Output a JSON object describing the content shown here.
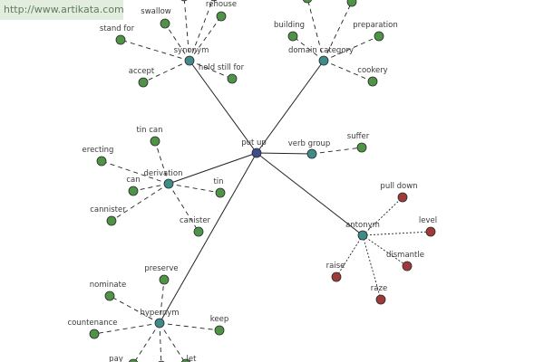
{
  "watermark": "http://www.artikata.com",
  "colors": {
    "center": "#3d4d8c",
    "category": "#3e8b8a",
    "word": "#4f9446",
    "antonym_word": "#9e3a3a",
    "edge": "#222222",
    "stroke": "#2a2a2a"
  },
  "graph": {
    "nodes": [
      {
        "id": "center",
        "label": "put up",
        "kind": "center"
      },
      {
        "id": "synonym",
        "label": "synonym",
        "kind": "category"
      },
      {
        "id": "domain",
        "label": "domain category",
        "kind": "category"
      },
      {
        "id": "verbgroup",
        "label": "verb group",
        "kind": "category"
      },
      {
        "id": "derivation",
        "label": "derivation",
        "kind": "category"
      },
      {
        "id": "antonym",
        "label": "antonym",
        "kind": "category"
      },
      {
        "id": "hypernym",
        "label": "hypernym",
        "kind": "category"
      },
      {
        "id": "s_swallow",
        "label": "swallow",
        "kind": "word"
      },
      {
        "id": "s_rehouse",
        "label": "rehouse",
        "kind": "word"
      },
      {
        "id": "s_standfor",
        "label": "stand for",
        "kind": "word"
      },
      {
        "id": "s_accept",
        "label": "accept",
        "kind": "word"
      },
      {
        "id": "s_holdstill",
        "label": "hold still for",
        "kind": "word"
      },
      {
        "id": "s_top1",
        "label": "",
        "kind": "word"
      },
      {
        "id": "s_top2",
        "label": "",
        "kind": "word"
      },
      {
        "id": "d_building",
        "label": "building",
        "kind": "word"
      },
      {
        "id": "d_preparation",
        "label": "preparation",
        "kind": "word"
      },
      {
        "id": "d_cookery",
        "label": "cookery",
        "kind": "word"
      },
      {
        "id": "d_top1",
        "label": "",
        "kind": "word"
      },
      {
        "id": "d_top2",
        "label": "",
        "kind": "word"
      },
      {
        "id": "v_suffer",
        "label": "suffer",
        "kind": "word"
      },
      {
        "id": "r_tincan",
        "label": "tin can",
        "kind": "word"
      },
      {
        "id": "r_erecting",
        "label": "erecting",
        "kind": "word"
      },
      {
        "id": "r_can",
        "label": "can",
        "kind": "word"
      },
      {
        "id": "r_tin",
        "label": "tin",
        "kind": "word"
      },
      {
        "id": "r_cannister",
        "label": "cannister",
        "kind": "word"
      },
      {
        "id": "r_canister",
        "label": "canister",
        "kind": "word"
      },
      {
        "id": "a_pulldown",
        "label": "pull down",
        "kind": "antonym_word"
      },
      {
        "id": "a_level",
        "label": "level",
        "kind": "antonym_word"
      },
      {
        "id": "a_dismantle",
        "label": "dismantle",
        "kind": "antonym_word"
      },
      {
        "id": "a_raise",
        "label": "raise",
        "kind": "antonym_word"
      },
      {
        "id": "a_raze",
        "label": "raze",
        "kind": "antonym_word"
      },
      {
        "id": "h_preserve",
        "label": "preserve",
        "kind": "word"
      },
      {
        "id": "h_nominate",
        "label": "nominate",
        "kind": "word"
      },
      {
        "id": "h_countenance",
        "label": "countenance",
        "kind": "word"
      },
      {
        "id": "h_keep",
        "label": "keep",
        "kind": "word"
      },
      {
        "id": "h_pay",
        "label": "pay",
        "kind": "word"
      },
      {
        "id": "h_let",
        "label": "let",
        "kind": "word"
      },
      {
        "id": "h_b1",
        "label": "",
        "kind": "word"
      }
    ],
    "edges": [
      {
        "from": "center",
        "to": "synonym",
        "style": "solid"
      },
      {
        "from": "center",
        "to": "domain",
        "style": "solid"
      },
      {
        "from": "center",
        "to": "verbgroup",
        "style": "solid"
      },
      {
        "from": "center",
        "to": "derivation",
        "style": "solid"
      },
      {
        "from": "center",
        "to": "antonym",
        "style": "solid"
      },
      {
        "from": "center",
        "to": "hypernym",
        "style": "solid"
      },
      {
        "from": "synonym",
        "to": "s_swallow",
        "style": "dashed"
      },
      {
        "from": "synonym",
        "to": "s_rehouse",
        "style": "dashed"
      },
      {
        "from": "synonym",
        "to": "s_standfor",
        "style": "dashed"
      },
      {
        "from": "synonym",
        "to": "s_accept",
        "style": "dashed"
      },
      {
        "from": "synonym",
        "to": "s_holdstill",
        "style": "dashed"
      },
      {
        "from": "synonym",
        "to": "s_top1",
        "style": "dashed"
      },
      {
        "from": "synonym",
        "to": "s_top2",
        "style": "dashed"
      },
      {
        "from": "domain",
        "to": "d_building",
        "style": "dashed"
      },
      {
        "from": "domain",
        "to": "d_preparation",
        "style": "dashed"
      },
      {
        "from": "domain",
        "to": "d_cookery",
        "style": "dashed"
      },
      {
        "from": "domain",
        "to": "d_top1",
        "style": "dashed"
      },
      {
        "from": "domain",
        "to": "d_top2",
        "style": "dashed"
      },
      {
        "from": "verbgroup",
        "to": "v_suffer",
        "style": "dashed"
      },
      {
        "from": "derivation",
        "to": "r_tincan",
        "style": "dashed"
      },
      {
        "from": "derivation",
        "to": "r_erecting",
        "style": "dashed"
      },
      {
        "from": "derivation",
        "to": "r_can",
        "style": "dashed"
      },
      {
        "from": "derivation",
        "to": "r_tin",
        "style": "dashed"
      },
      {
        "from": "derivation",
        "to": "r_cannister",
        "style": "dashed"
      },
      {
        "from": "derivation",
        "to": "r_canister",
        "style": "dashed"
      },
      {
        "from": "antonym",
        "to": "a_pulldown",
        "style": "dotted"
      },
      {
        "from": "antonym",
        "to": "a_level",
        "style": "dotted"
      },
      {
        "from": "antonym",
        "to": "a_dismantle",
        "style": "dotted"
      },
      {
        "from": "antonym",
        "to": "a_raise",
        "style": "dotted"
      },
      {
        "from": "antonym",
        "to": "a_raze",
        "style": "dotted"
      },
      {
        "from": "hypernym",
        "to": "h_preserve",
        "style": "dashed"
      },
      {
        "from": "hypernym",
        "to": "h_nominate",
        "style": "dashed"
      },
      {
        "from": "hypernym",
        "to": "h_countenance",
        "style": "dashed"
      },
      {
        "from": "hypernym",
        "to": "h_keep",
        "style": "dashed"
      },
      {
        "from": "hypernym",
        "to": "h_pay",
        "style": "dashed"
      },
      {
        "from": "hypernym",
        "to": "h_let",
        "style": "dashed"
      },
      {
        "from": "hypernym",
        "to": "h_b1",
        "style": "dashed"
      }
    ]
  }
}
